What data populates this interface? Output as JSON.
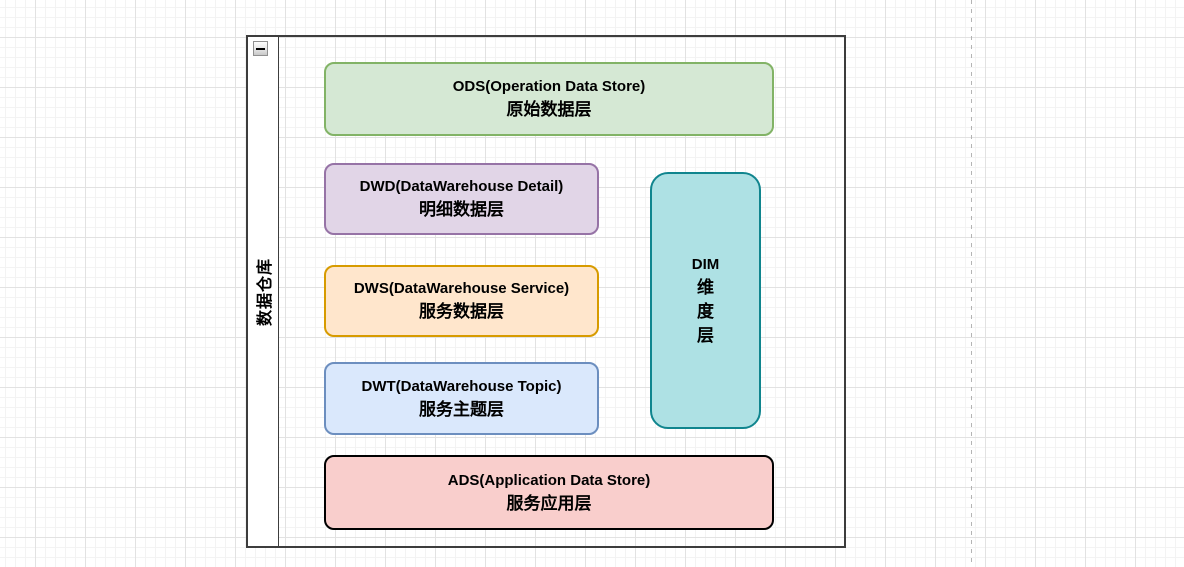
{
  "canvas": {
    "page_break_color": "#b4b4b4",
    "grid_minor_color": "#f3f3f3",
    "grid_major_color": "#e2e2e2"
  },
  "container": {
    "title": "数据仓库",
    "border_color": "#3d3d3d",
    "collapse_icon": "minus"
  },
  "layers": [
    {
      "id": "ods",
      "line1": "ODS(Operation Data Store)",
      "line2": "原始数据层",
      "fill": "#d5e8d4",
      "stroke": "#82b366"
    },
    {
      "id": "dwd",
      "line1": "DWD(DataWarehouse Detail)",
      "line2": "明细数据层",
      "fill": "#e1d5e7",
      "stroke": "#9673a6"
    },
    {
      "id": "dws",
      "line1": "DWS(DataWarehouse Service)",
      "line2": "服务数据层",
      "fill": "#ffe6cc",
      "stroke": "#d79b00"
    },
    {
      "id": "dwt",
      "line1": "DWT(DataWarehouse Topic)",
      "line2": "服务主题层",
      "fill": "#dae8fc",
      "stroke": "#6c8ebf"
    },
    {
      "id": "ads",
      "line1": "ADS(Application Data Store)",
      "line2": "服务应用层",
      "fill": "#f9cecc",
      "stroke": "#000000"
    },
    {
      "id": "dim",
      "line1": "DIM",
      "line2": "维度层",
      "fill": "#aee1e4",
      "stroke": "#10858e"
    }
  ]
}
